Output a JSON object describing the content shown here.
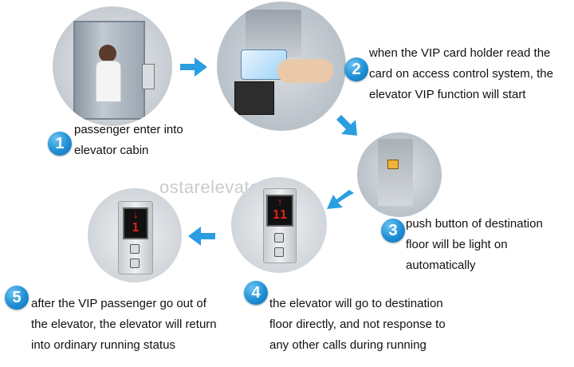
{
  "watermark": "ostarelevator.com",
  "steps": [
    {
      "num": "1",
      "lines": [
        "passenger enter into",
        "elevator cabin"
      ]
    },
    {
      "num": "2",
      "lines": [
        "when the VIP card holder read the",
        "card on access control system, the",
        "elevator VIP function will start"
      ]
    },
    {
      "num": "3",
      "lines": [
        "push button of destination",
        "floor will be light on",
        "automatically"
      ]
    },
    {
      "num": "4",
      "lines": [
        "the elevator will go to destination",
        "floor directly, and not response to",
        "any other calls during running"
      ]
    },
    {
      "num": "5",
      "lines": [
        "after the VIP passenger go out of",
        "the elevator, the elevator will return",
        "into ordinary running status"
      ]
    }
  ],
  "displays": {
    "photo4_arrow": "↑",
    "photo4_floor": "11",
    "photo5_arrow": "↓",
    "photo5_floor": "1"
  },
  "colors": {
    "accent": "#1e8fd6",
    "arrow": "#2a9ee0",
    "display_digits": "#e0211b"
  }
}
